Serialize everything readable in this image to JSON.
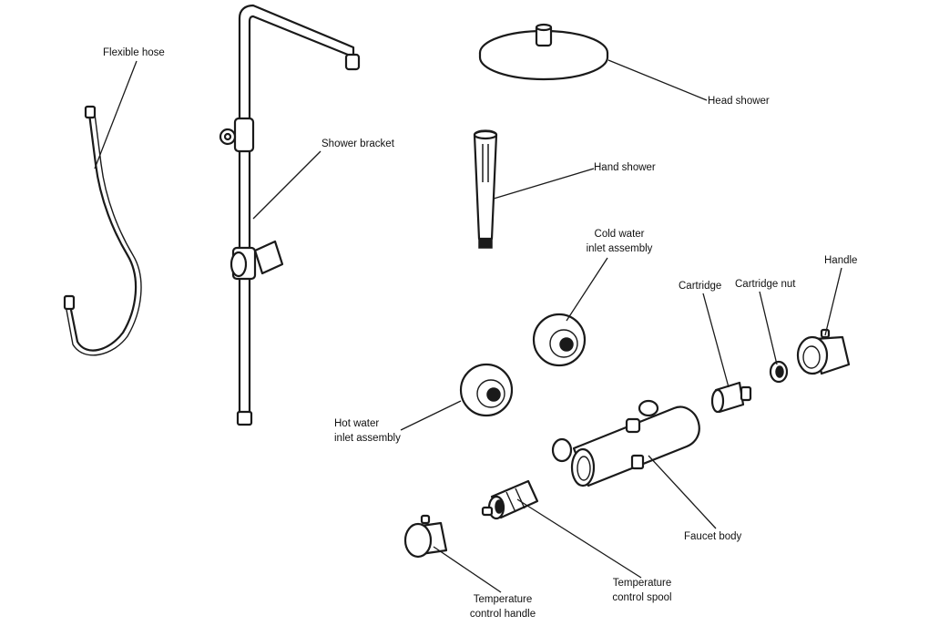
{
  "labels": {
    "flexible_hose": "Flexible hose",
    "shower_bracket": "Shower bracket",
    "head_shower": "Head shower",
    "hand_shower": "Hand shower",
    "cold_water_inlet_1": "Cold water",
    "cold_water_inlet_2": "inlet assembly",
    "hot_water_inlet_1": "Hot water",
    "hot_water_inlet_2": "inlet assembly",
    "cartridge": "Cartridge",
    "cartridge_nut": "Cartridge nut",
    "handle": "Handle",
    "faucet_body": "Faucet body",
    "temperature_control_spool_1": "Temperature",
    "temperature_control_spool_2": "control spool",
    "temperature_control_handle_1": "Temperature",
    "temperature_control_handle_2": "control handle"
  }
}
